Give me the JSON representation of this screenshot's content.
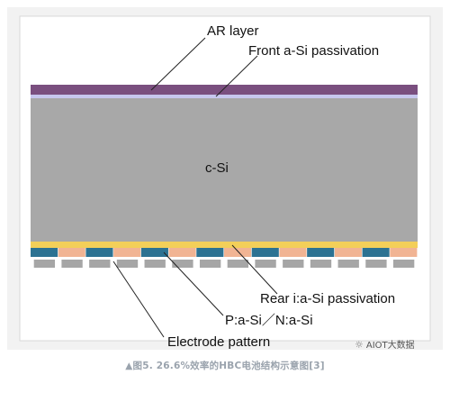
{
  "diagram": {
    "labels": {
      "ar_layer": "AR layer",
      "front_passivation": "Front a-Si passivation",
      "bulk": "c-Si",
      "rear_passivation": "Rear i:a-Si passivation",
      "doped_layers": "P:a-Si／N:a-Si",
      "electrode": "Electrode pattern"
    },
    "colors": {
      "ar_layer": "#7a4f7f",
      "front_passivation": "#c7c7ee",
      "bulk": "#a8a8a8",
      "rear_passivation": "#f3cf59",
      "p_layer": "#2c7292",
      "n_layer": "#f1b493",
      "electrode": "#a6a6a6",
      "frame": "#ffffff",
      "border": "#bdbdbd"
    }
  },
  "caption": "▲图5. 26.6%效率的HBC电池结构示意图[3]",
  "watermark": "AIOT大数据",
  "watermark_icon": "wechat-icon"
}
